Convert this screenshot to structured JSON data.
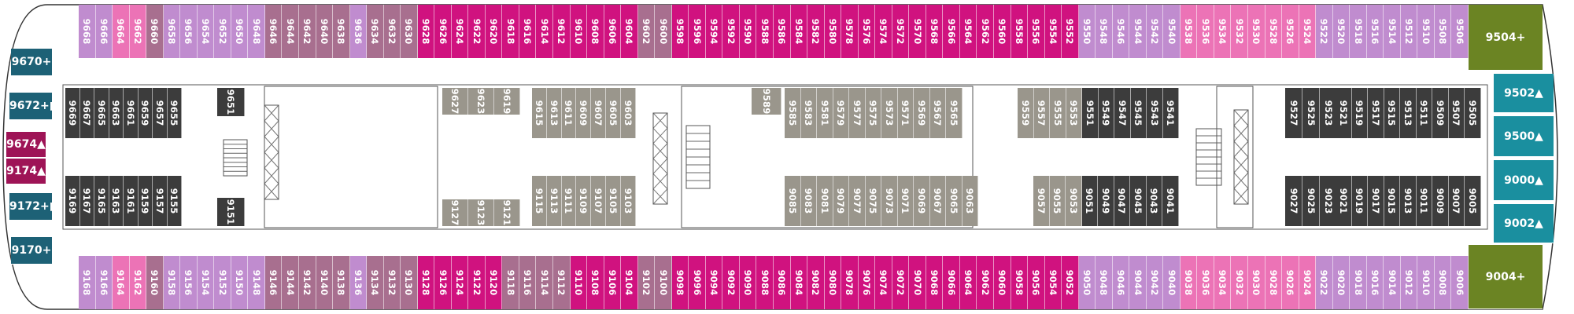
{
  "colors": {
    "purple": "#c08ccf",
    "pink": "#ec73b6",
    "mauve": "#a86f8f",
    "magenta": "#d0127f",
    "gray": "#9a968c",
    "dark": "#3c3c3c",
    "teal": "#1a8f9f",
    "navy": "#1d6176",
    "crimson": "#9e1456",
    "olive": "#6b8423"
  },
  "top_outer": [
    {
      "n": "9668",
      "c": "purple"
    },
    {
      "n": "9666",
      "c": "purple"
    },
    {
      "n": "9664",
      "c": "pink"
    },
    {
      "n": "9662",
      "c": "pink"
    },
    {
      "n": "9660",
      "c": "mauve"
    },
    {
      "n": "9658",
      "c": "purple"
    },
    {
      "n": "9656",
      "c": "purple"
    },
    {
      "n": "9654",
      "c": "purple"
    },
    {
      "n": "9652",
      "c": "purple"
    },
    {
      "n": "9650",
      "c": "purple"
    },
    {
      "n": "9648",
      "c": "purple"
    },
    {
      "n": "9646",
      "c": "mauve"
    },
    {
      "n": "9644",
      "c": "mauve"
    },
    {
      "n": "9642",
      "c": "mauve"
    },
    {
      "n": "9640",
      "c": "mauve"
    },
    {
      "n": "9638",
      "c": "mauve"
    },
    {
      "n": "9636",
      "c": "purple"
    },
    {
      "n": "9634",
      "c": "mauve"
    },
    {
      "n": "9632",
      "c": "mauve"
    },
    {
      "n": "9630",
      "c": "mauve"
    },
    {
      "n": "9628",
      "c": "magenta"
    },
    {
      "n": "9626",
      "c": "magenta"
    },
    {
      "n": "9624",
      "c": "magenta"
    },
    {
      "n": "9622",
      "c": "magenta"
    },
    {
      "n": "9620",
      "c": "magenta"
    },
    {
      "n": "9618",
      "c": "magenta"
    },
    {
      "n": "9616",
      "c": "magenta"
    },
    {
      "n": "9614",
      "c": "magenta"
    },
    {
      "n": "9612",
      "c": "magenta"
    },
    {
      "n": "9610",
      "c": "magenta"
    },
    {
      "n": "9608",
      "c": "magenta"
    },
    {
      "n": "9606",
      "c": "magenta"
    },
    {
      "n": "9604",
      "c": "magenta"
    },
    {
      "n": "9602",
      "c": "mauve"
    },
    {
      "n": "9600",
      "c": "mauve"
    },
    {
      "n": "9598",
      "c": "magenta"
    },
    {
      "n": "9596",
      "c": "magenta"
    },
    {
      "n": "9594",
      "c": "magenta"
    },
    {
      "n": "9592",
      "c": "magenta"
    },
    {
      "n": "9590",
      "c": "magenta"
    },
    {
      "n": "9588",
      "c": "magenta"
    },
    {
      "n": "9586",
      "c": "magenta"
    },
    {
      "n": "9584",
      "c": "magenta"
    },
    {
      "n": "9582",
      "c": "magenta"
    },
    {
      "n": "9580",
      "c": "magenta"
    },
    {
      "n": "9578",
      "c": "magenta"
    },
    {
      "n": "9576",
      "c": "magenta"
    },
    {
      "n": "9574",
      "c": "magenta"
    },
    {
      "n": "9572",
      "c": "magenta"
    },
    {
      "n": "9570",
      "c": "magenta"
    },
    {
      "n": "9568",
      "c": "magenta"
    },
    {
      "n": "9566",
      "c": "magenta"
    },
    {
      "n": "9564",
      "c": "magenta"
    },
    {
      "n": "9562",
      "c": "magenta"
    },
    {
      "n": "9560",
      "c": "magenta"
    },
    {
      "n": "9558",
      "c": "magenta"
    },
    {
      "n": "9556",
      "c": "magenta"
    },
    {
      "n": "9554",
      "c": "magenta"
    },
    {
      "n": "9552",
      "c": "magenta"
    },
    {
      "n": "9550",
      "c": "purple"
    },
    {
      "n": "9548",
      "c": "purple"
    },
    {
      "n": "9546",
      "c": "purple"
    },
    {
      "n": "9544",
      "c": "purple"
    },
    {
      "n": "9542",
      "c": "purple"
    },
    {
      "n": "9540",
      "c": "purple"
    },
    {
      "n": "9538",
      "c": "pink"
    },
    {
      "n": "9536",
      "c": "pink"
    },
    {
      "n": "9534",
      "c": "pink"
    },
    {
      "n": "9532",
      "c": "pink"
    },
    {
      "n": "9530",
      "c": "pink"
    },
    {
      "n": "9528",
      "c": "pink"
    },
    {
      "n": "9526",
      "c": "pink"
    },
    {
      "n": "9524",
      "c": "pink"
    },
    {
      "n": "9522",
      "c": "purple"
    },
    {
      "n": "9520",
      "c": "purple"
    },
    {
      "n": "9518",
      "c": "purple"
    },
    {
      "n": "9516",
      "c": "purple"
    },
    {
      "n": "9514",
      "c": "purple"
    },
    {
      "n": "9512",
      "c": "purple"
    },
    {
      "n": "9510",
      "c": "purple"
    },
    {
      "n": "9508",
      "c": "purple"
    },
    {
      "n": "9506",
      "c": "purple"
    }
  ],
  "bottom_outer": [
    {
      "n": "9168",
      "c": "purple"
    },
    {
      "n": "9166",
      "c": "purple"
    },
    {
      "n": "9164",
      "c": "pink"
    },
    {
      "n": "9162",
      "c": "pink"
    },
    {
      "n": "9160",
      "c": "mauve"
    },
    {
      "n": "9158",
      "c": "purple"
    },
    {
      "n": "9156",
      "c": "purple"
    },
    {
      "n": "9154",
      "c": "purple"
    },
    {
      "n": "9152",
      "c": "purple"
    },
    {
      "n": "9150",
      "c": "purple"
    },
    {
      "n": "9148",
      "c": "purple"
    },
    {
      "n": "9146",
      "c": "mauve"
    },
    {
      "n": "9144",
      "c": "mauve"
    },
    {
      "n": "9142",
      "c": "mauve"
    },
    {
      "n": "9140",
      "c": "mauve"
    },
    {
      "n": "9138",
      "c": "mauve"
    },
    {
      "n": "9136",
      "c": "purple"
    },
    {
      "n": "9134",
      "c": "mauve"
    },
    {
      "n": "9132",
      "c": "mauve"
    },
    {
      "n": "9130",
      "c": "mauve"
    },
    {
      "n": "9128",
      "c": "magenta"
    },
    {
      "n": "9126",
      "c": "magenta"
    },
    {
      "n": "9124",
      "c": "magenta"
    },
    {
      "n": "9122",
      "c": "magenta"
    },
    {
      "n": "9120",
      "c": "magenta"
    },
    {
      "n": "9118",
      "c": "mauve"
    },
    {
      "n": "9116",
      "c": "mauve"
    },
    {
      "n": "9114",
      "c": "mauve"
    },
    {
      "n": "9112",
      "c": "mauve"
    },
    {
      "n": "9110",
      "c": "magenta"
    },
    {
      "n": "9108",
      "c": "magenta"
    },
    {
      "n": "9106",
      "c": "magenta"
    },
    {
      "n": "9104",
      "c": "magenta"
    },
    {
      "n": "9102",
      "c": "mauve"
    },
    {
      "n": "9100",
      "c": "mauve"
    },
    {
      "n": "9098",
      "c": "magenta"
    },
    {
      "n": "9096",
      "c": "magenta"
    },
    {
      "n": "9094",
      "c": "magenta"
    },
    {
      "n": "9092",
      "c": "magenta"
    },
    {
      "n": "9090",
      "c": "magenta"
    },
    {
      "n": "9088",
      "c": "magenta"
    },
    {
      "n": "9086",
      "c": "magenta"
    },
    {
      "n": "9084",
      "c": "magenta"
    },
    {
      "n": "9082",
      "c": "magenta"
    },
    {
      "n": "9080",
      "c": "magenta"
    },
    {
      "n": "9078",
      "c": "magenta"
    },
    {
      "n": "9076",
      "c": "magenta"
    },
    {
      "n": "9074",
      "c": "magenta"
    },
    {
      "n": "9072",
      "c": "magenta"
    },
    {
      "n": "9070",
      "c": "magenta"
    },
    {
      "n": "9068",
      "c": "magenta"
    },
    {
      "n": "9066",
      "c": "magenta"
    },
    {
      "n": "9064",
      "c": "magenta"
    },
    {
      "n": "9062",
      "c": "magenta"
    },
    {
      "n": "9060",
      "c": "magenta"
    },
    {
      "n": "9058",
      "c": "magenta"
    },
    {
      "n": "9056",
      "c": "magenta"
    },
    {
      "n": "9054",
      "c": "magenta"
    },
    {
      "n": "9052",
      "c": "magenta"
    },
    {
      "n": "9050",
      "c": "purple"
    },
    {
      "n": "9048",
      "c": "purple"
    },
    {
      "n": "9046",
      "c": "purple"
    },
    {
      "n": "9044",
      "c": "purple"
    },
    {
      "n": "9042",
      "c": "purple"
    },
    {
      "n": "9040",
      "c": "purple"
    },
    {
      "n": "9038",
      "c": "pink"
    },
    {
      "n": "9036",
      "c": "pink"
    },
    {
      "n": "9034",
      "c": "pink"
    },
    {
      "n": "9032",
      "c": "pink"
    },
    {
      "n": "9030",
      "c": "pink"
    },
    {
      "n": "9028",
      "c": "pink"
    },
    {
      "n": "9026",
      "c": "pink"
    },
    {
      "n": "9024",
      "c": "pink"
    },
    {
      "n": "9022",
      "c": "purple"
    },
    {
      "n": "9020",
      "c": "purple"
    },
    {
      "n": "9018",
      "c": "purple"
    },
    {
      "n": "9016",
      "c": "purple"
    },
    {
      "n": "9014",
      "c": "purple"
    },
    {
      "n": "9012",
      "c": "purple"
    },
    {
      "n": "9010",
      "c": "purple"
    },
    {
      "n": "9008",
      "c": "purple"
    },
    {
      "n": "9006",
      "c": "purple"
    }
  ],
  "top_inner_groups": [
    {
      "cabins": [
        {
          "n": "9669",
          "c": "dark"
        },
        {
          "n": "9667",
          "c": "dark"
        },
        {
          "n": "9665",
          "c": "dark"
        },
        {
          "n": "9663",
          "c": "dark"
        },
        {
          "n": "9661",
          "c": "dark"
        },
        {
          "n": "9659",
          "c": "dark"
        },
        {
          "n": "9657",
          "c": "dark"
        },
        {
          "n": "9655",
          "c": "dark"
        }
      ]
    },
    {
      "cabins": [
        {
          "n": "9651",
          "c": "dark"
        }
      ]
    },
    {
      "cabins": [
        {
          "n": "9627",
          "c": "gray"
        },
        {
          "n": "9623",
          "c": "gray"
        },
        {
          "n": "9619",
          "c": "gray"
        }
      ]
    },
    {
      "cabins": [
        {
          "n": "9615",
          "c": "gray"
        },
        {
          "n": "9613",
          "c": "gray"
        },
        {
          "n": "9611",
          "c": "gray"
        },
        {
          "n": "9609",
          "c": "gray"
        },
        {
          "n": "9607",
          "c": "gray"
        },
        {
          "n": "9605",
          "c": "gray"
        },
        {
          "n": "9603",
          "c": "gray"
        }
      ]
    },
    {
      "cabins": [
        {
          "n": "9589",
          "c": "gray"
        }
      ]
    },
    {
      "cabins": [
        {
          "n": "9585",
          "c": "gray"
        },
        {
          "n": "9583",
          "c": "gray"
        },
        {
          "n": "9581",
          "c": "gray"
        },
        {
          "n": "9579",
          "c": "gray"
        },
        {
          "n": "9577",
          "c": "gray"
        },
        {
          "n": "9575",
          "c": "gray"
        },
        {
          "n": "9573",
          "c": "gray"
        },
        {
          "n": "9571",
          "c": "gray"
        },
        {
          "n": "9569",
          "c": "gray"
        },
        {
          "n": "9567",
          "c": "gray"
        },
        {
          "n": "9565",
          "c": "gray"
        }
      ]
    },
    {
      "cabins": [
        {
          "n": "9559",
          "c": "gray"
        },
        {
          "n": "9557",
          "c": "gray"
        },
        {
          "n": "9555",
          "c": "gray"
        },
        {
          "n": "9553",
          "c": "gray"
        },
        {
          "n": "9551",
          "c": "dark"
        },
        {
          "n": "9549",
          "c": "dark"
        },
        {
          "n": "9547",
          "c": "dark"
        },
        {
          "n": "9545",
          "c": "dark"
        },
        {
          "n": "9543",
          "c": "dark"
        },
        {
          "n": "9541",
          "c": "dark"
        }
      ]
    },
    {
      "cabins": [
        {
          "n": "9527",
          "c": "dark"
        },
        {
          "n": "9525",
          "c": "dark"
        },
        {
          "n": "9523",
          "c": "dark"
        }
      ]
    },
    {
      "cabins": [
        {
          "n": "9521",
          "c": "dark"
        },
        {
          "n": "9519",
          "c": "dark"
        },
        {
          "n": "9517",
          "c": "dark"
        },
        {
          "n": "9515",
          "c": "dark"
        },
        {
          "n": "9513",
          "c": "dark"
        },
        {
          "n": "9511",
          "c": "dark"
        },
        {
          "n": "9509",
          "c": "dark"
        },
        {
          "n": "9507",
          "c": "dark"
        },
        {
          "n": "9505",
          "c": "dark"
        }
      ]
    }
  ],
  "bottom_inner_groups": [
    {
      "cabins": [
        {
          "n": "9169",
          "c": "dark"
        },
        {
          "n": "9167",
          "c": "dark"
        },
        {
          "n": "9165",
          "c": "dark"
        },
        {
          "n": "9163",
          "c": "dark"
        },
        {
          "n": "9161",
          "c": "dark"
        },
        {
          "n": "9159",
          "c": "dark"
        },
        {
          "n": "9157",
          "c": "dark"
        },
        {
          "n": "9155",
          "c": "dark"
        }
      ]
    },
    {
      "cabins": [
        {
          "n": "9151",
          "c": "dark"
        }
      ]
    },
    {
      "cabins": [
        {
          "n": "9127",
          "c": "gray"
        },
        {
          "n": "9123",
          "c": "gray"
        },
        {
          "n": "9121",
          "c": "gray"
        }
      ]
    },
    {
      "cabins": [
        {
          "n": "9115",
          "c": "gray"
        },
        {
          "n": "9113",
          "c": "gray"
        },
        {
          "n": "9111",
          "c": "gray"
        },
        {
          "n": "9109",
          "c": "gray"
        },
        {
          "n": "9107",
          "c": "gray"
        },
        {
          "n": "9105",
          "c": "gray"
        },
        {
          "n": "9103",
          "c": "gray"
        }
      ]
    },
    {
      "cabins": [
        {
          "n": "9085",
          "c": "gray"
        },
        {
          "n": "9083",
          "c": "gray"
        },
        {
          "n": "9081",
          "c": "gray"
        },
        {
          "n": "9079",
          "c": "gray"
        },
        {
          "n": "9077",
          "c": "gray"
        },
        {
          "n": "9075",
          "c": "gray"
        },
        {
          "n": "9073",
          "c": "gray"
        },
        {
          "n": "9071",
          "c": "gray"
        },
        {
          "n": "9069",
          "c": "gray"
        },
        {
          "n": "9067",
          "c": "gray"
        },
        {
          "n": "9065",
          "c": "gray"
        },
        {
          "n": "9063",
          "c": "gray"
        }
      ]
    },
    {
      "cabins": [
        {
          "n": "9057",
          "c": "gray"
        },
        {
          "n": "9055",
          "c": "gray"
        },
        {
          "n": "9053",
          "c": "gray"
        },
        {
          "n": "9051",
          "c": "dark"
        },
        {
          "n": "9049",
          "c": "dark"
        },
        {
          "n": "9047",
          "c": "dark"
        },
        {
          "n": "9045",
          "c": "dark"
        },
        {
          "n": "9043",
          "c": "dark"
        },
        {
          "n": "9041",
          "c": "dark"
        }
      ]
    },
    {
      "cabins": [
        {
          "n": "9027",
          "c": "dark"
        },
        {
          "n": "9025",
          "c": "dark"
        },
        {
          "n": "9023",
          "c": "dark"
        }
      ]
    },
    {
      "cabins": [
        {
          "n": "9021",
          "c": "dark"
        },
        {
          "n": "9019",
          "c": "dark"
        },
        {
          "n": "9017",
          "c": "dark"
        },
        {
          "n": "9015",
          "c": "dark"
        },
        {
          "n": "9013",
          "c": "dark"
        },
        {
          "n": "9011",
          "c": "dark"
        },
        {
          "n": "9009",
          "c": "dark"
        },
        {
          "n": "9007",
          "c": "dark"
        },
        {
          "n": "9005",
          "c": "dark"
        }
      ]
    }
  ],
  "aft_suites": [
    {
      "n": "9670+",
      "c": "navy"
    },
    {
      "n": "9672+■",
      "c": "navy"
    },
    {
      "n": "9674▲",
      "c": "crimson"
    },
    {
      "n": "9174▲",
      "c": "crimson"
    },
    {
      "n": "9172+■",
      "c": "navy"
    },
    {
      "n": "9170+",
      "c": "navy"
    }
  ],
  "forward_suites": [
    {
      "n": "9504+",
      "c": "olive"
    },
    {
      "n": "9502▲",
      "c": "teal"
    },
    {
      "n": "9500▲",
      "c": "teal"
    },
    {
      "n": "9000▲",
      "c": "teal"
    },
    {
      "n": "9002▲",
      "c": "teal"
    },
    {
      "n": "9004+",
      "c": "olive"
    }
  ]
}
